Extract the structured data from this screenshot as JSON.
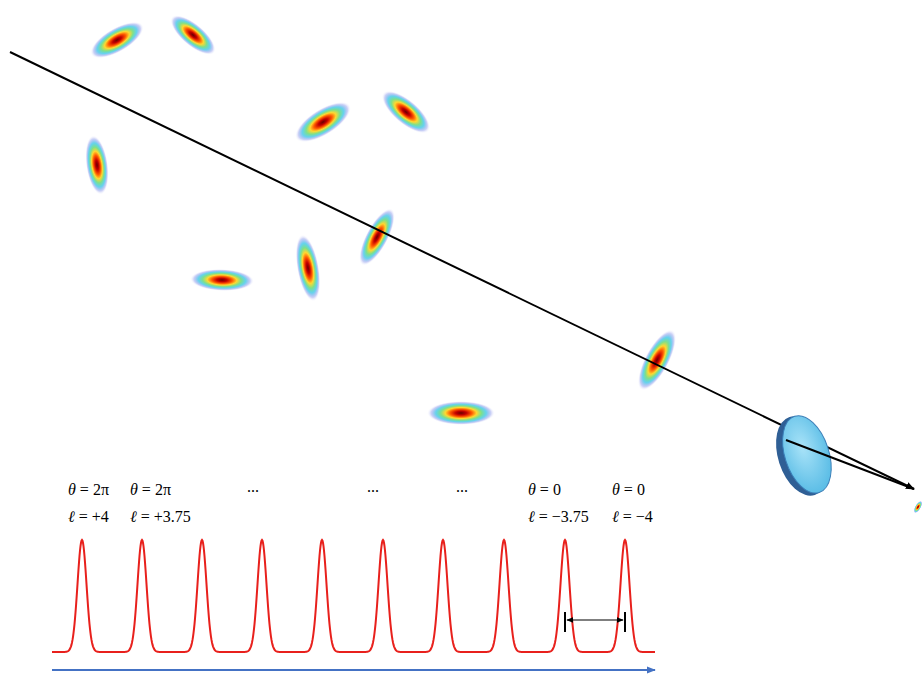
{
  "diagram": {
    "labels": [
      "θ = 2π",
      "ℓ = +4",
      "θ = 2π",
      "ℓ = +3.75",
      "...",
      "...",
      "...",
      "θ = 0",
      "ℓ = −3.75",
      "θ = 0",
      "ℓ = −4"
    ]
  }
}
